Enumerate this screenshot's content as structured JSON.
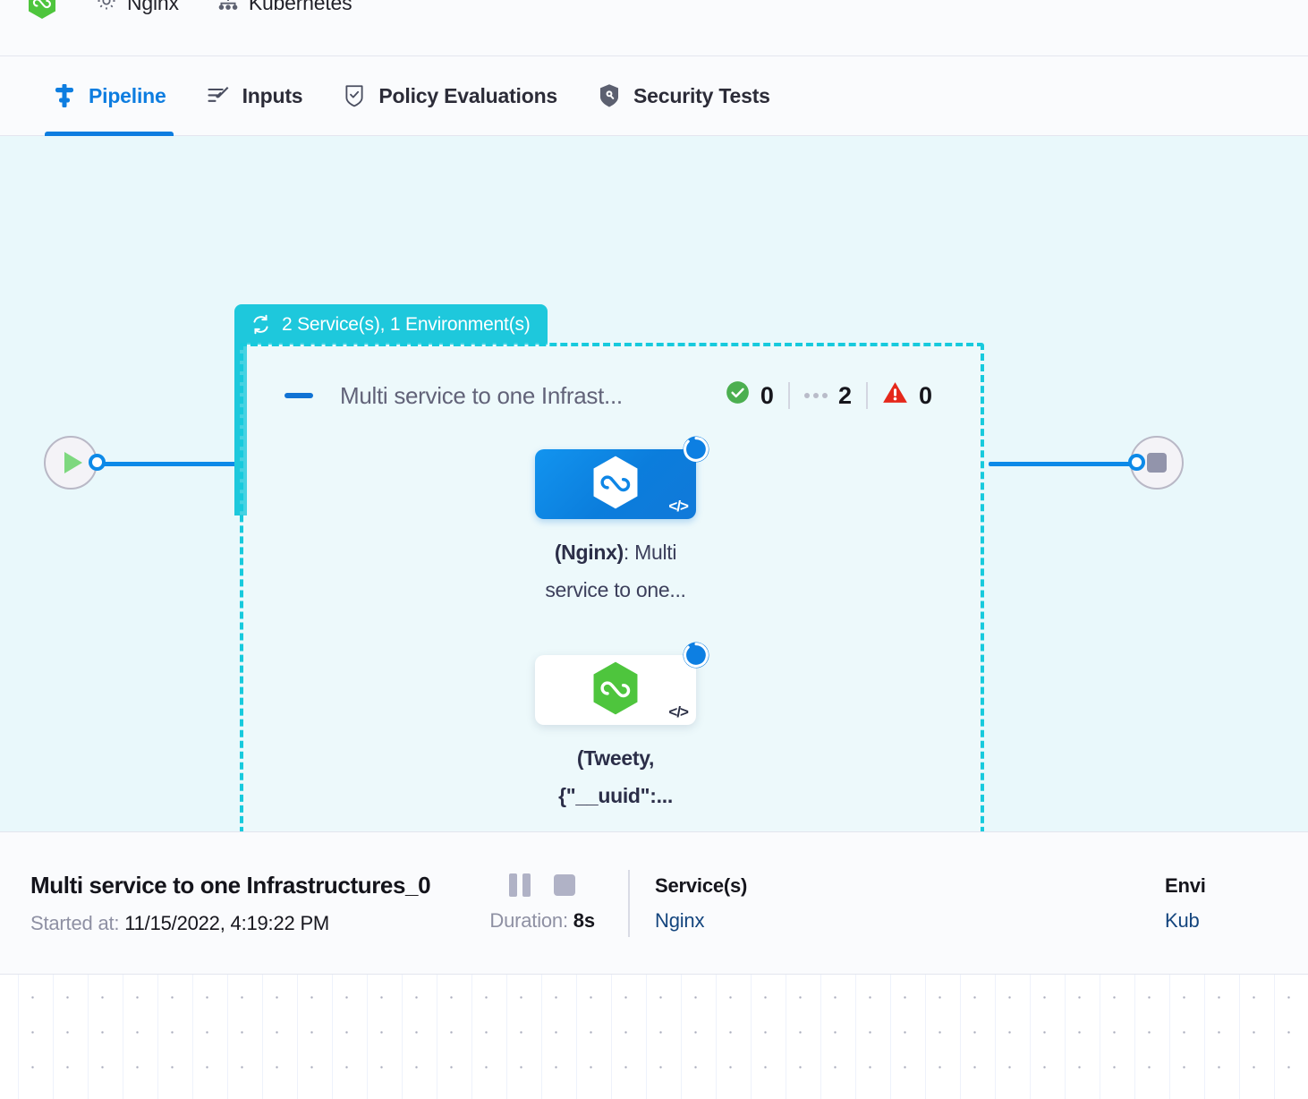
{
  "topbar": {
    "items": [
      {
        "icon": "harness-hexagon-logo",
        "label": ""
      },
      {
        "icon": "gear-icon",
        "label": "Nginx"
      },
      {
        "icon": "infrastructure-icon",
        "label": "Kubernetes"
      }
    ]
  },
  "tabs": [
    {
      "id": "pipeline",
      "label": "Pipeline",
      "icon": "pipeline-icon",
      "active": true
    },
    {
      "id": "inputs",
      "label": "Inputs",
      "icon": "inputs-icon",
      "active": false
    },
    {
      "id": "policy-evaluations",
      "label": "Policy Evaluations",
      "icon": "policy-shield-check-icon",
      "active": false
    },
    {
      "id": "security-tests",
      "label": "Security Tests",
      "icon": "security-shield-icon",
      "active": false
    }
  ],
  "canvas": {
    "start_node": {
      "name": "start-node",
      "icon": "play-icon"
    },
    "end_node": {
      "name": "end-node",
      "icon": "stop-icon"
    },
    "stage_group": {
      "badge_label": "2 Service(s), 1 Environment(s)",
      "badge_icon": "matrix-loop-icon",
      "badge_color": "#1ec8dc",
      "border_color": "#17cadd",
      "title": "Multi service to one Infrast...",
      "collapse_icon": "collapse-minus-icon",
      "counts": {
        "success": "0",
        "running": "2",
        "failed": "0",
        "success_icon": "check-circle-icon",
        "running_icon": "dots-icon",
        "failed_icon": "warning-triangle-icon",
        "success_color": "#4caf50",
        "failed_color": "#e5281b"
      },
      "nodes": [
        {
          "name": "service-node-nginx",
          "selected": true,
          "logo": "hexagon-infinity-logo",
          "logo_color": "#ffffff",
          "code_glyph": "</>",
          "status_icon": "running-spinner-icon",
          "label_bold": "(Nginx)",
          "label_rest": ": Multi service to one..."
        },
        {
          "name": "service-node-tweety",
          "selected": false,
          "logo": "hexagon-infinity-logo",
          "logo_color": "#4ec53d",
          "code_glyph": "</>",
          "status_icon": "running-spinner-icon",
          "label_bold": "(Tweety, {\"__uuid\":...",
          "label_rest": ""
        }
      ]
    }
  },
  "detail_bar": {
    "title": "Multi service to one Infrastructures_0",
    "started_label": "Started at:",
    "started_value": "11/15/2022, 4:19:22 PM",
    "controls": {
      "pause_icon": "pause-icon",
      "stop_icon": "stop-icon"
    },
    "duration_label": "Duration:",
    "duration_value": "8s",
    "services_head": "Service(s)",
    "services_value": "Nginx",
    "environments_head": "Envi",
    "environments_value": "Kub"
  }
}
